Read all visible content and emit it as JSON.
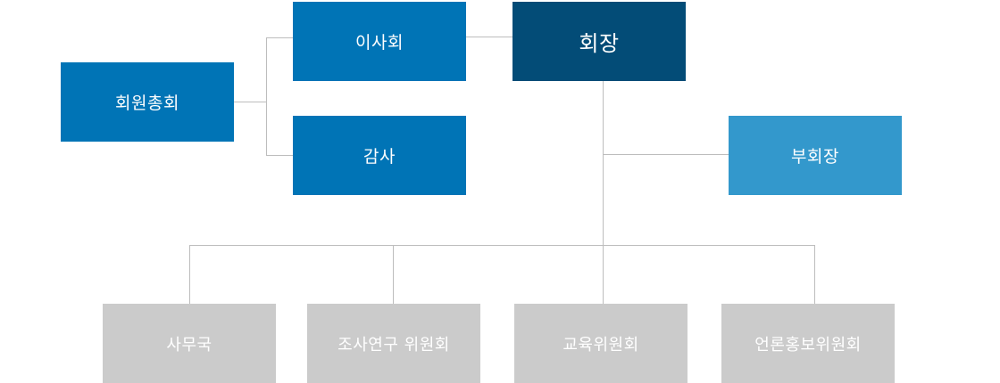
{
  "colors": {
    "chair": "#034c77",
    "primary": "#0074b6",
    "vice": "#3398cc",
    "committee": "#cbcbcb",
    "connector": "#bdbdbd"
  },
  "org": {
    "general_assembly": "회원총회",
    "board": "이사회",
    "audit": "감사",
    "chairman": "회장",
    "vice_chairman": "부회장",
    "departments": [
      "사무국",
      "조사연구 위원회",
      "교육위원회",
      "언론홍보위원회"
    ]
  }
}
